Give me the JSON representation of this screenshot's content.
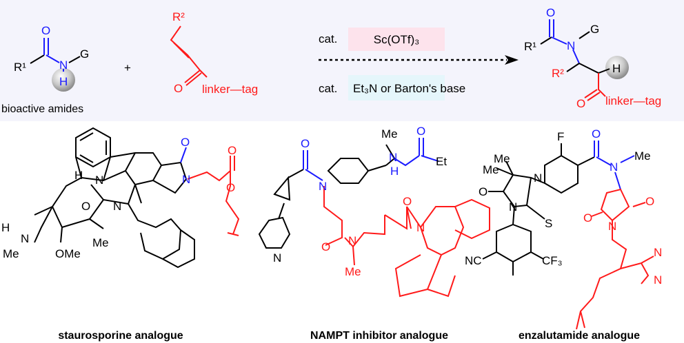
{
  "scheme": {
    "amide": {
      "r1": "R¹",
      "o": "O",
      "n": "N",
      "h": "H",
      "g": "G",
      "caption": "bioactive amides"
    },
    "plus": "+",
    "acceptor": {
      "r2": "R²",
      "o": "O",
      "linker_tag": "linker—tag"
    },
    "conditions": {
      "cat_top": "cat.",
      "acid": "Sc(OTf)₃",
      "cat_bottom": "cat.",
      "base": "Et₃N or Barton's base",
      "acid_box_color": "#fde3ec",
      "base_box_color": "#e5f6fb"
    },
    "product": {
      "o_top": "O",
      "r1": "R¹",
      "n": "N",
      "g": "G",
      "h": "H",
      "r2": "R²",
      "o": "O",
      "linker_tag": "linker—tag"
    }
  },
  "examples": [
    {
      "caption": "staurosporine analogue",
      "atoms": {
        "h": "H",
        "n1": "N",
        "n2": "N",
        "n3": "N",
        "o_ring": "O",
        "o_carbonyl": "O",
        "o_ester1": "O",
        "o_ester2": "O",
        "hn": "H",
        "nme": "N",
        "me1": "Me",
        "ome": "OMe",
        "me2": "Me"
      }
    },
    {
      "caption": "NAMPT inhibitor analogue",
      "atoms": {
        "me_top": "Me",
        "o_top": "O",
        "nh_n": "N",
        "nh_h": "H",
        "et": "Et",
        "o_amide": "O",
        "n_amide": "N",
        "n_pyr": "N",
        "o2": "O",
        "n2": "N",
        "me2": "Me",
        "o3": "O",
        "n3": "N"
      }
    },
    {
      "caption": "enzalutamide analogue",
      "atoms": {
        "f": "F",
        "o_amide": "O",
        "n_amide": "N",
        "me": "Me",
        "me_gem": "Me",
        "me_gem2": "Me",
        "o_hyd": "O",
        "n1": "N",
        "n2": "N",
        "s": "S",
        "nc": "NC",
        "cf3": "CF₃",
        "o_suc1": "O",
        "o_suc2": "O",
        "n_suc": "N",
        "n_dz1": "N",
        "n_dz2": "N"
      }
    }
  ],
  "colors": {
    "band": "#f4f4fc",
    "blue": "#1a1aff",
    "red": "#ff1a1a"
  }
}
